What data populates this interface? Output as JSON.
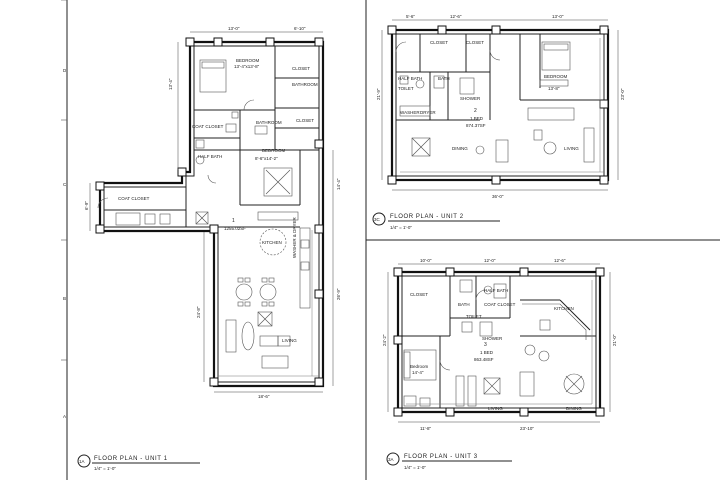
{
  "sheet": {
    "grid_letters": [
      "D",
      "C",
      "B",
      "A"
    ]
  },
  "unit1": {
    "title_tag": "1A",
    "title": "FLOOR PLAN - UNIT 1",
    "scale": "1/4\" = 1'-0\"",
    "unit_number": "1",
    "area": "1255.02SF",
    "rooms": {
      "bedroom": "BEDROOM",
      "bedroom_size": "13'-4\"x13'-8\"",
      "closet_1": "CLOSET",
      "bathroom_1": "BATHROOM",
      "closet_2": "CLOSET",
      "coat_closet_1": "COAT CLOSET",
      "bathroom_2": "BATHROOM",
      "half_bath": "HALF BATH",
      "bedroom_2": "BEDROOM",
      "bedroom_2_size": "8'-6\"x14'-2\"",
      "coat_closet_2": "COAT CLOSET",
      "kitchen": "KITCHEN",
      "living": "LIVING",
      "washer_dryer": "WASHER & DRYER"
    },
    "dims": {
      "top_1": "13'-0\"",
      "top_2": "6'-10\"",
      "left_1": "13'-4\"",
      "left_2": "6'-9\"",
      "right_1": "26'-9\"",
      "right_2": "14'-4\"",
      "bottom": "18'-6\"",
      "living_left": "24'-8\""
    }
  },
  "unit2": {
    "title_tag": "3C",
    "title": "FLOOR PLAN - UNIT 2",
    "scale": "1/4\" = 1'-0\"",
    "unit_number": "2",
    "bed": "1 BED",
    "area": "874.37SF",
    "rooms": {
      "closet": "CLOSET",
      "closet_2": "CLOSET",
      "half_bath": "HALF BATH",
      "toilet": "TOILET",
      "bath": "BATH",
      "shower": "SHOWER",
      "bedroom": "BEDROOM",
      "bedroom_size": "13'-8\"",
      "dining": "DINING",
      "living": "LIVING",
      "washer": "WASHER",
      "dryer": "DRYER"
    },
    "dims": {
      "top_1": "5'-6\"",
      "top_2": "12'-6\"",
      "top_3": "13'-0\"",
      "bottom": "36'-0\"",
      "left": "21'-9\"",
      "right": "23'-0\""
    }
  },
  "unit3": {
    "title_tag": "3A",
    "title": "FLOOR PLAN - UNIT 3",
    "scale": "1/4\" = 1'-0\"",
    "unit_number": "3",
    "bed": "1 BED",
    "area": "863.48SF",
    "rooms": {
      "closet": "CLOSET",
      "half_bath": "HALF BATH",
      "bath": "BATH",
      "coat_closet": "COAT CLOSET",
      "toilet": "TOILET",
      "shower": "SHOWER",
      "bedroom": "Bedroom",
      "bedroom_size": "14'-4\"",
      "living": "LIVING",
      "dining": "DINING",
      "kitchen": "KITCHEN"
    },
    "dims": {
      "top_1": "10'-0\"",
      "top_2": "12'-0\"",
      "top_3": "12'-6\"",
      "left": "24'-2\"",
      "right": "21'-0\"",
      "bottom_1": "11'-8\"",
      "bottom_2": "23'-10\""
    }
  }
}
